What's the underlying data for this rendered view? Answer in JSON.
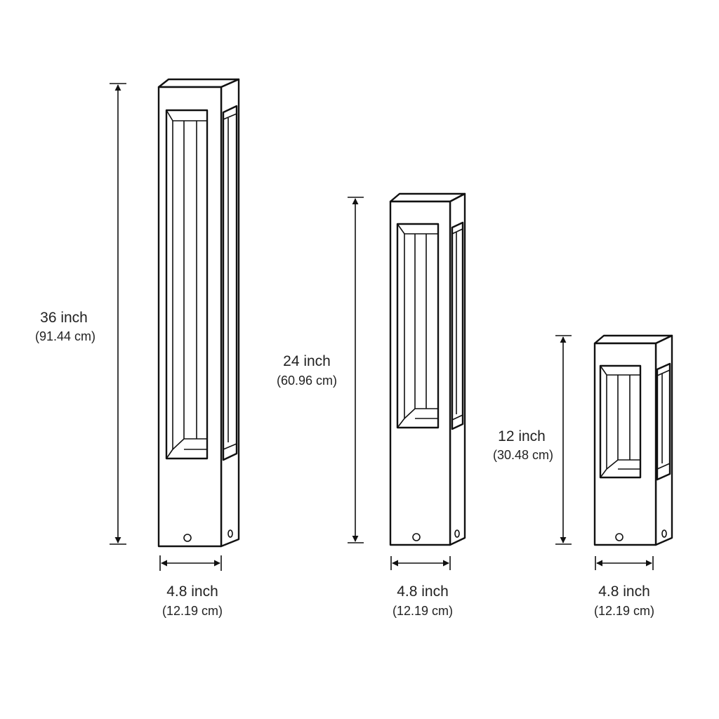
{
  "colors": {
    "line": "#111111",
    "text": "#222222",
    "background": "#ffffff"
  },
  "bollards": [
    {
      "id": "large",
      "height": {
        "inch": "36 inch",
        "cm": "(91.44 cm)"
      },
      "width": {
        "inch": "4.8 inch",
        "cm": "(12.19 cm)"
      }
    },
    {
      "id": "medium",
      "height": {
        "inch": "24 inch",
        "cm": "(60.96 cm)"
      },
      "width": {
        "inch": "4.8 inch",
        "cm": "(12.19 cm)"
      }
    },
    {
      "id": "small",
      "height": {
        "inch": "12 inch",
        "cm": "(30.48 cm)"
      },
      "width": {
        "inch": "4.8 inch",
        "cm": "(12.19 cm)"
      }
    }
  ]
}
